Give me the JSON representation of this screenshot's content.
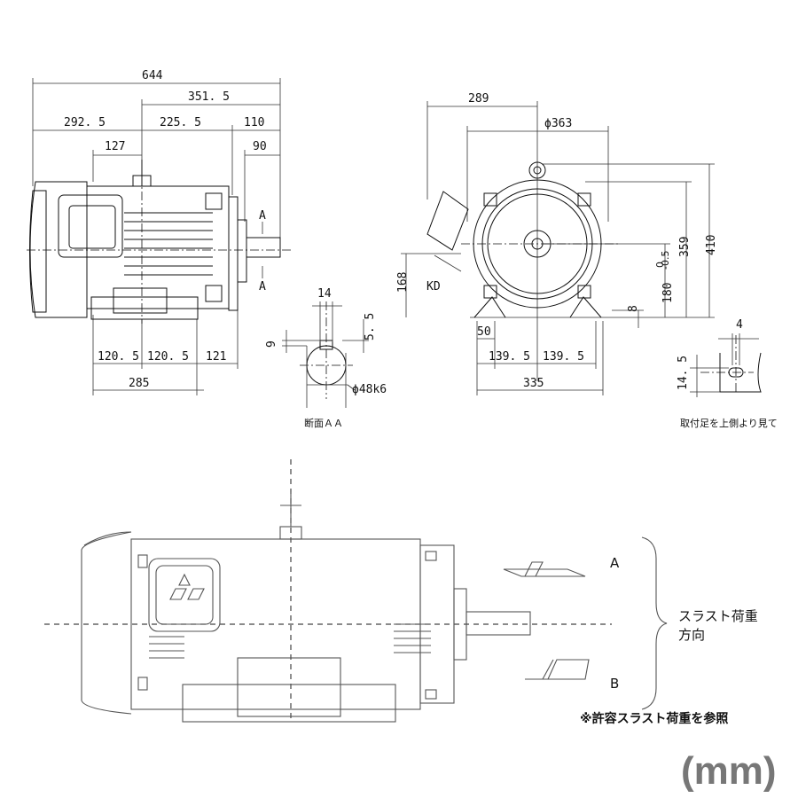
{
  "side_view": {
    "dims": {
      "d644": "644",
      "d351_5": "351. 5",
      "d292_5": "292. 5",
      "d225_5": "225. 5",
      "d110": "110",
      "d127": "127",
      "d90": "90",
      "d120_5_a": "120. 5",
      "d120_5_b": "120. 5",
      "d121": "121",
      "d285": "285"
    },
    "section_mark_top": "A",
    "section_mark_bottom": "A"
  },
  "section_aa": {
    "dims": {
      "d14": "14",
      "d5_5": "5. 5",
      "d9": "9",
      "shaft_dia": "ϕ48k6"
    },
    "caption": "断面ＡＡ"
  },
  "front_view": {
    "dims": {
      "d289": "289",
      "d363": "ϕ363",
      "d410": "410",
      "d359": "359",
      "d168": "168",
      "kd": "KD",
      "d180": "180",
      "d180_tol_top": "0",
      "d180_tol_bottom": "-0.5",
      "d8": "8",
      "d50": "50",
      "d139_5_a": "139. 5",
      "d139_5_b": "139. 5",
      "d335": "335"
    }
  },
  "foot_detail": {
    "dims": {
      "d4": "4",
      "d14_5": "14. 5"
    },
    "caption": "取付足を上側より見て"
  },
  "thrust_diagram": {
    "label_a": "A",
    "label_b": "B",
    "direction_label_line1": "スラスト荷重",
    "direction_label_line2": "方向",
    "note": "※許容スラスト荷重を参照"
  },
  "unit_label": "(mm)"
}
